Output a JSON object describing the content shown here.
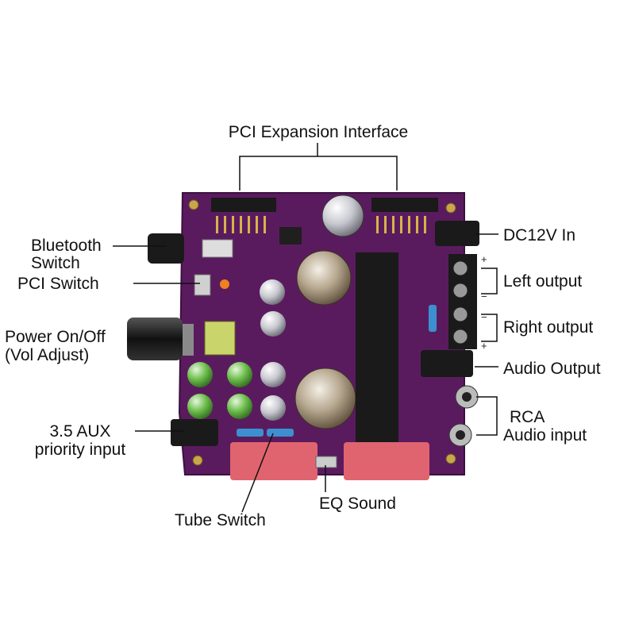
{
  "labels": {
    "pci_expansion": "PCI Expansion Interface",
    "bluetooth_switch_1": "Bluetooth",
    "bluetooth_switch_2": "Switch",
    "pci_switch": "PCI Switch",
    "power_1": "Power On/Off",
    "power_2": "(Vol Adjust)",
    "aux_1": "3.5 AUX",
    "aux_2": "priority input",
    "tube_switch": "Tube Switch",
    "eq_sound": "EQ Sound",
    "dc_in": "DC12V In",
    "left_output": "Left output",
    "right_output": "Right output",
    "audio_output": "Audio Output",
    "rca_1": "RCA",
    "rca_2": "Audio input"
  },
  "terminal_signs": [
    "+",
    "−",
    "−",
    "+"
  ],
  "colors": {
    "pcb": "#5a1b5e",
    "pcb_dark": "#3d0f41",
    "silkscreen": "#e9dcea",
    "leader_line": "#111111",
    "capacitor_red": "#e0646f",
    "green_cap": "#5fae3f",
    "blue_resistor": "#3d8fd0"
  }
}
